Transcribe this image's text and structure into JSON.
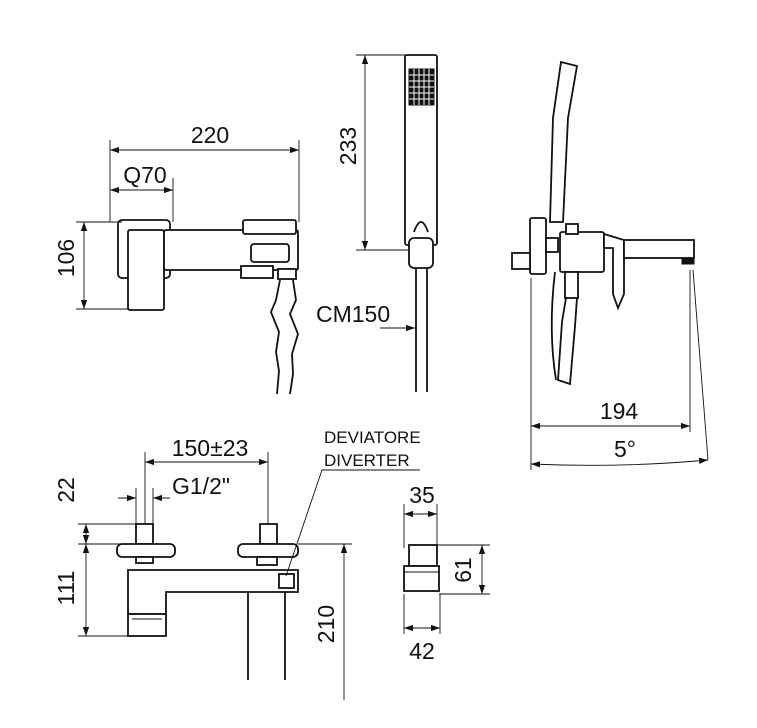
{
  "colors": {
    "line": "#111111",
    "background": "#ffffff"
  },
  "top_view": {
    "overall_width": "220",
    "body_width": "Q70",
    "height": "106"
  },
  "hand_shower": {
    "length": "233",
    "hose": "CM150"
  },
  "side_view": {
    "projection": "194",
    "angle": "5°"
  },
  "front_view": {
    "centers": "150±23",
    "connection": "G1/2\"",
    "connector_height": "22",
    "body_height": "111",
    "spout_height": "210",
    "diverter_label_it": "DEVIATORE",
    "diverter_label_en": "DIVERTER"
  },
  "detail": {
    "top_width": "35",
    "height": "61",
    "bottom_width": "42"
  }
}
